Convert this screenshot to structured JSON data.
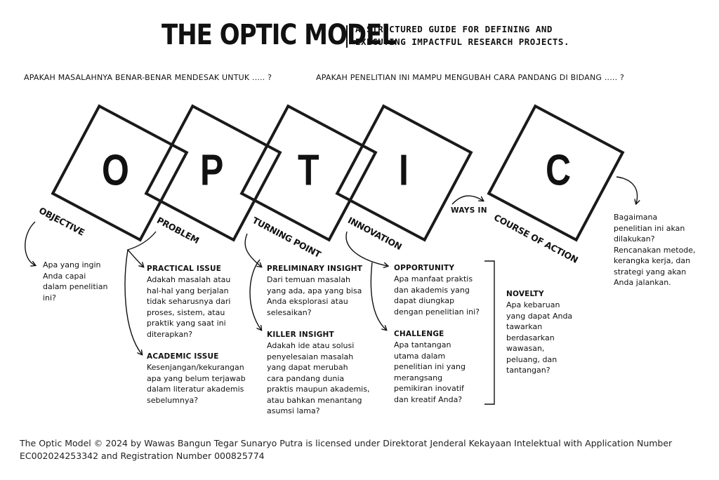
{
  "header": {
    "title": "THE OPTIC MODEL",
    "subtitle": "A STRUCTURED GUIDE FOR DEFINING AND\nEXECUTING IMPACTFUL RESEARCH PROJECTS."
  },
  "questions": {
    "left": "APAKAH MASALAHNYA BENAR-BENAR MENDESAK UNTUK ..... ?",
    "right": "APAKAH PENELITIAN INI MAMPU MENGUBAH CARA PANDANG DI BIDANG ..... ?"
  },
  "stages": [
    {
      "letter": "O",
      "label": "OBJECTIVE"
    },
    {
      "letter": "P",
      "label": "PROBLEM"
    },
    {
      "letter": "T",
      "label": "TURNING POINT"
    },
    {
      "letter": "I",
      "label": "INNOVATION"
    },
    {
      "letter": "C",
      "label": "COURSE OF ACTION"
    }
  ],
  "ways_in": "WAYS IN",
  "objective_text": "Apa yang ingin\nAnda capai\ndalam penelitian\nini?",
  "practical_issue": {
    "heading": "PRACTICAL ISSUE",
    "text": "Adakah masalah atau\nhal-hal yang berjalan\ntidak seharusnya dari\nproses, sistem, atau\npraktik yang saat ini\nditerapkan?"
  },
  "academic_issue": {
    "heading": "ACADEMIC ISSUE",
    "text": "Kesenjangan/kekurangan\napa yang belum terjawab\ndalam literatur akademis\nsebelumnya?"
  },
  "preliminary_insight": {
    "heading": "PRELIMINARY INSIGHT",
    "text": "Dari temuan masalah\nyang ada, apa yang bisa\nAnda eksplorasi atau\nselesaikan?"
  },
  "killer_insight": {
    "heading": "KILLER INSIGHT",
    "text": "Adakah ide atau solusi\npenyelesaian masalah\nyang dapat merubah\ncara pandang dunia\npraktis maupun akademis,\natau bahkan menantang\nasumsi lama?"
  },
  "opportunity": {
    "heading": "OPPORTUNITY",
    "text": "Apa manfaat praktis\ndan akademis yang\ndapat diungkap\ndengan penelitian ini?"
  },
  "challenge": {
    "heading": "CHALLENGE",
    "text": "Apa tantangan\nutama dalam\npenelitian ini yang\nmerangsang\npemikiran inovatif\ndan kreatif Anda?"
  },
  "novelty": {
    "heading": "NOVELTY",
    "text": "Apa kebaruan\nyang dapat Anda\ntawarkan\nberdasarkan\nwawasan,\npeluang, dan\ntantangan?"
  },
  "course_text": "Bagaimana\npenelitian ini akan\ndilakukan?\nRencanakan metode,\nkerangka kerja, dan\nstrategi yang akan\nAnda jalankan.",
  "footer": "The Optic Model © 2024 by Wawas Bangun Tegar Sunaryo Putra is licensed under Direktorat Jenderal Kekayaan Intelektual with Application Number\nEC002024253342 and Registration Number 000825774"
}
